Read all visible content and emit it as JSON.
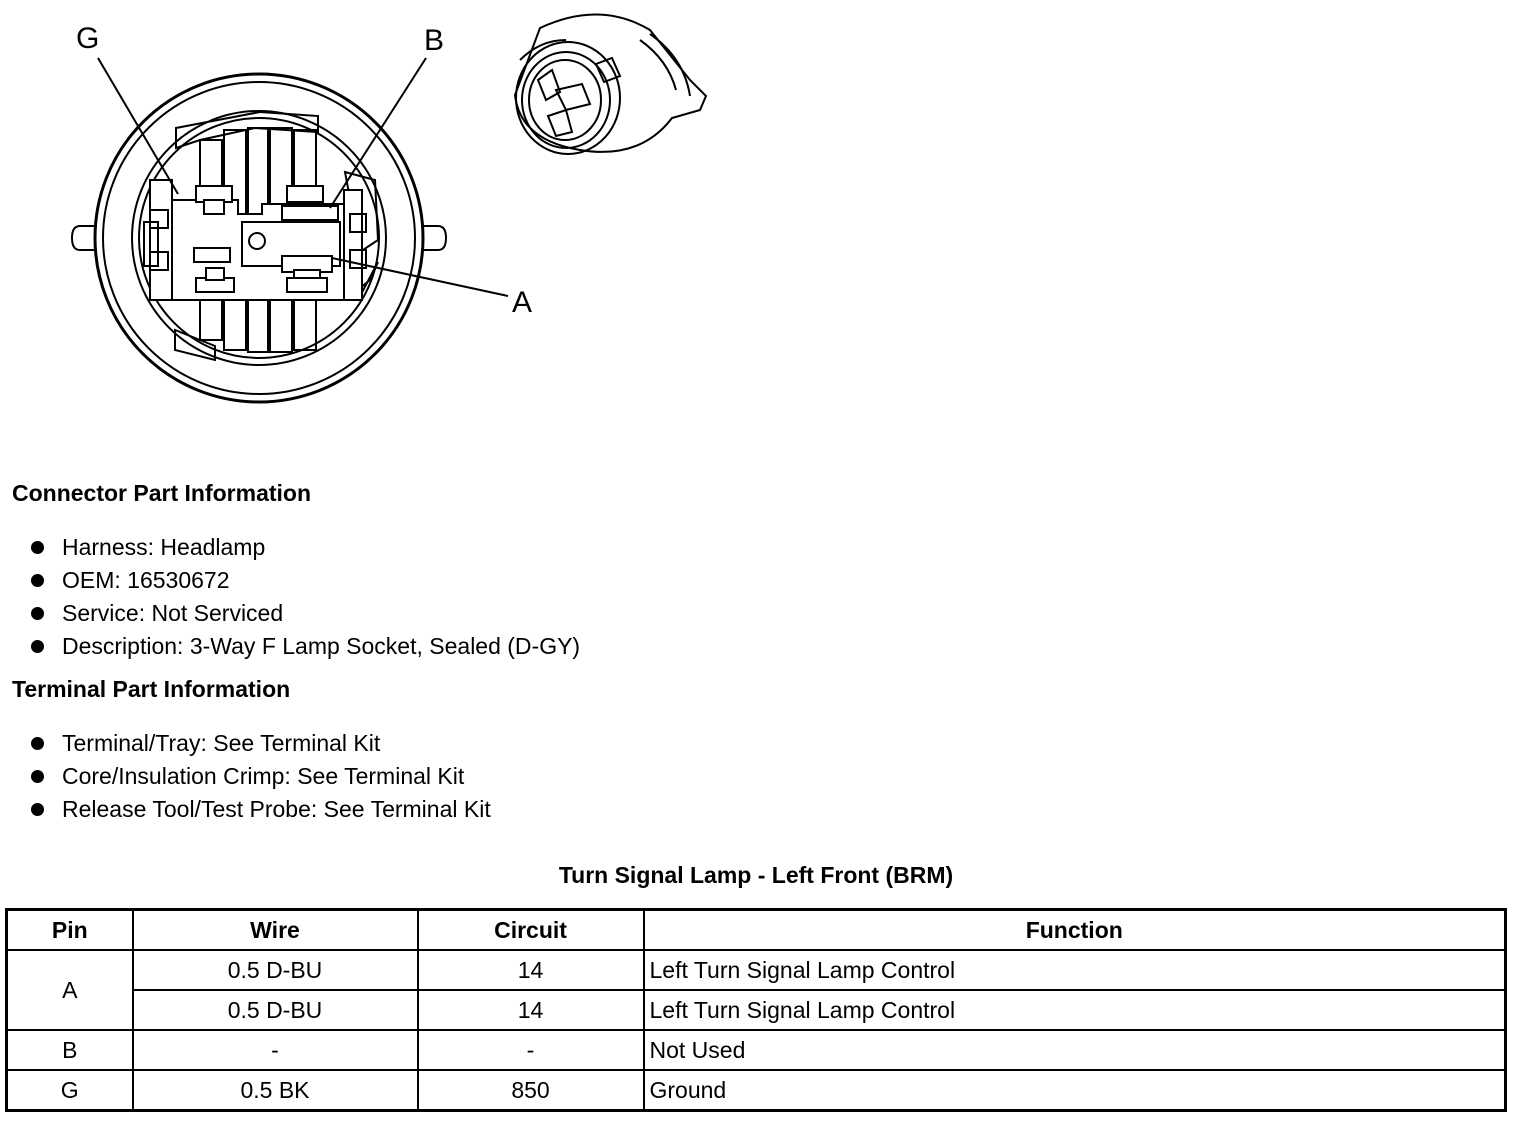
{
  "diagram": {
    "callouts": [
      "G",
      "B",
      "A"
    ]
  },
  "connector_section": {
    "title": "Connector Part Information",
    "items": [
      "Harness: Headlamp",
      "OEM: 16530672",
      "Service: Not Serviced",
      "Description: 3-Way F Lamp Socket, Sealed (D-GY)"
    ]
  },
  "terminal_section": {
    "title": "Terminal Part Information",
    "items": [
      "Terminal/Tray: See Terminal Kit",
      "Core/Insulation Crimp: See Terminal Kit",
      "Release Tool/Test Probe: See Terminal Kit"
    ]
  },
  "table": {
    "title": "Turn Signal Lamp - Left Front (BRM)",
    "headers": [
      "Pin",
      "Wire",
      "Circuit",
      "Function"
    ],
    "rows": [
      {
        "pin": "A",
        "wire": "0.5 D-BU",
        "circuit": "14",
        "function": "Left Turn Signal Lamp Control"
      },
      {
        "pin": "",
        "wire": "0.5 D-BU",
        "circuit": "14",
        "function": "Left Turn Signal Lamp Control"
      },
      {
        "pin": "B",
        "wire": "-",
        "circuit": "-",
        "function": "Not Used"
      },
      {
        "pin": "G",
        "wire": "0.5 BK",
        "circuit": "850",
        "function": "Ground"
      }
    ]
  }
}
